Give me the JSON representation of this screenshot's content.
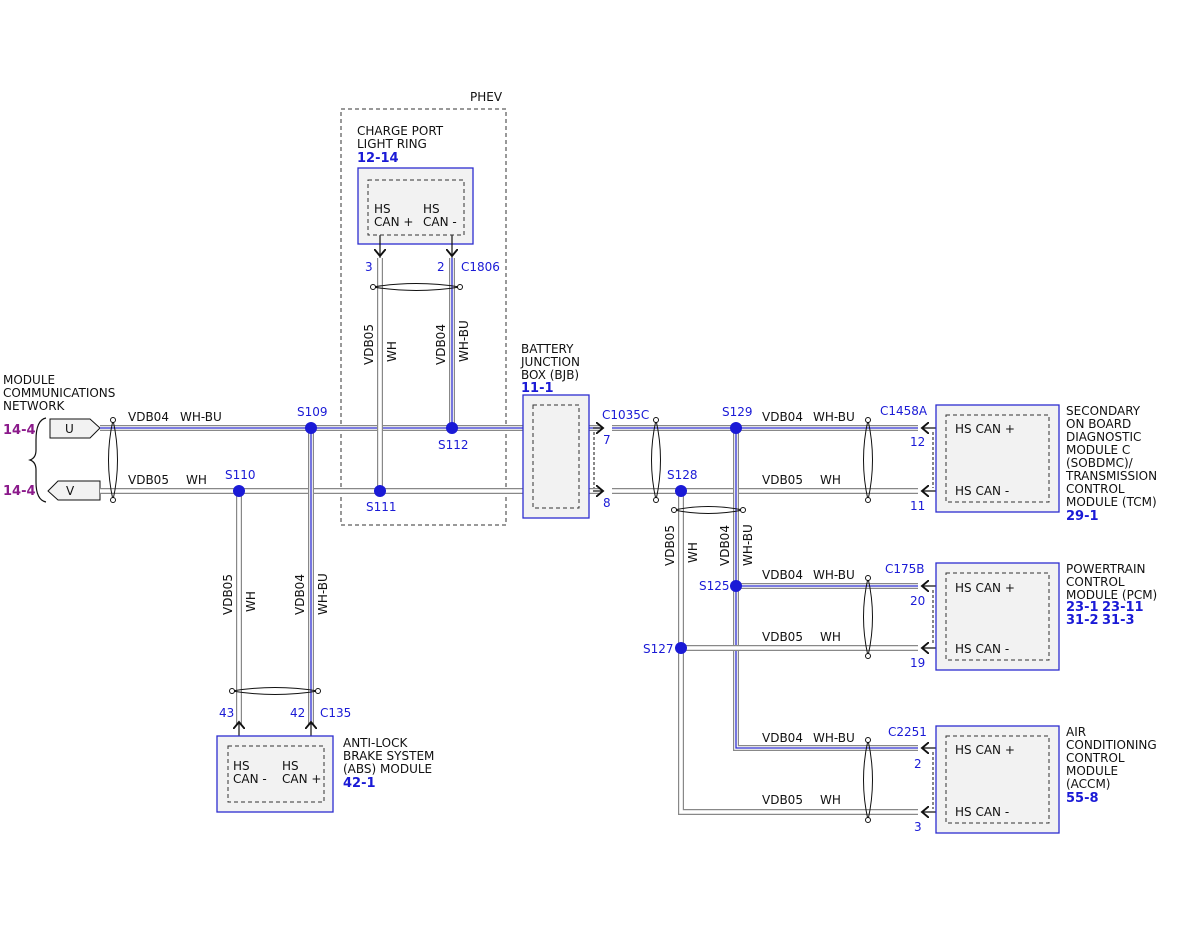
{
  "left_labels": {
    "network_title": [
      "MODULE",
      "COMMUNICATIONS",
      "NETWORK"
    ],
    "ref_u": "14-4",
    "ref_v": "14-4",
    "connector_u": "U",
    "connector_v": "V"
  },
  "phev": {
    "label": "PHEV",
    "module_title": [
      "CHARGE PORT",
      "LIGHT RING"
    ],
    "module_ref": "12-14",
    "pin_left_top": "HS",
    "pin_left_bottom": "CAN +",
    "pin_right_top": "HS",
    "pin_right_bottom": "CAN -",
    "pin3": "3",
    "pin2": "2",
    "connector": "C1806",
    "wire_a_code": "VDB05",
    "wire_a_color": "WH",
    "wire_b_code": "VDB04",
    "wire_b_color": "WH-BU"
  },
  "splices": {
    "s109": "S109",
    "s110": "S110",
    "s111": "S111",
    "s112": "S112",
    "s129": "S129",
    "s128": "S128",
    "s125": "S125",
    "s127": "S127"
  },
  "wires": {
    "top_code": "VDB04",
    "top_color": "WH-BU",
    "bottom_code": "VDB05",
    "bottom_color": "WH"
  },
  "bjb": {
    "title": [
      "BATTERY",
      "JUNCTION",
      "BOX (BJB)"
    ],
    "ref": "11-1",
    "connector": "C1035C",
    "pin7": "7",
    "pin8": "8"
  },
  "abs": {
    "title": [
      "ANTI-LOCK",
      "BRAKE SYSTEM",
      "(ABS) MODULE"
    ],
    "ref": "42-1",
    "pin43": "43",
    "pin42": "42",
    "connector": "C135",
    "pin_left_top": "HS",
    "pin_left_bottom": "CAN -",
    "pin_right_top": "HS",
    "pin_right_bottom": "CAN +",
    "wire_a_code": "VDB05",
    "wire_a_color": "WH",
    "wire_b_code": "VDB04",
    "wire_b_color": "WH-BU"
  },
  "vertical_right": {
    "a_code": "VDB05",
    "a_color": "WH",
    "b_code": "VDB04",
    "b_color": "WH-BU"
  },
  "sobdmc": {
    "title": [
      "SECONDARY",
      "ON BOARD",
      "DIAGNOSTIC",
      "MODULE C",
      "(SOBDMC)/",
      "TRANSMISSION",
      "CONTROL",
      "MODULE (TCM)"
    ],
    "ref": "29-1",
    "connector": "C1458A",
    "pin12": "12",
    "pin11": "11",
    "can_plus": "HS CAN +",
    "can_minus": "HS CAN -"
  },
  "pcm": {
    "title": [
      "POWERTRAIN",
      "CONTROL",
      "MODULE (PCM)"
    ],
    "refs": [
      "23-1",
      "23-11",
      "31-2",
      "31-3"
    ],
    "connector": "C175B",
    "pin20": "20",
    "pin19": "19",
    "can_plus": "HS CAN +",
    "can_minus": "HS CAN -"
  },
  "accm": {
    "title": [
      "AIR",
      "CONDITIONING",
      "CONTROL",
      "MODULE",
      "(ACCM)"
    ],
    "ref": "55-8",
    "connector": "C2251",
    "pin2": "2",
    "pin3": "3",
    "can_plus": "HS CAN +",
    "can_minus": "HS CAN -"
  }
}
